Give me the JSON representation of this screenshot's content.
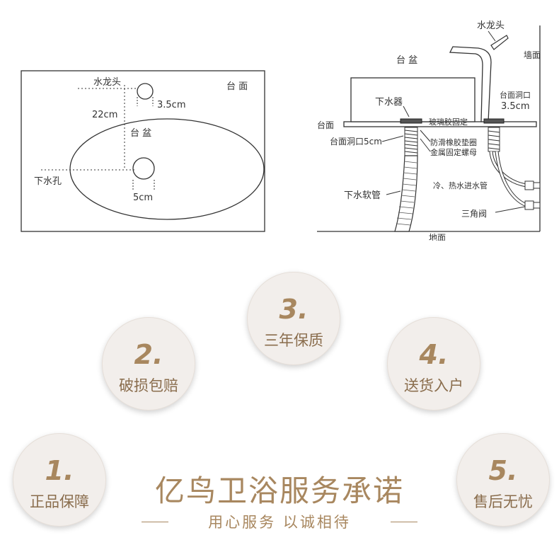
{
  "top_view": {
    "faucet_label": "水龙头",
    "faucet_hole_size": "3.5cm",
    "distance": "22cm",
    "counter_label": "台 面",
    "basin_label": "台 盆",
    "drain_hole_label": "下水孔",
    "drain_hole_size": "5cm"
  },
  "side_view": {
    "faucet_label": "水龙头",
    "wall_label": "墙面",
    "basin_label": "台 盆",
    "drain_label": "下水器",
    "glass_glue_label": "玻璃胶固定",
    "counter_label": "台面",
    "counter_hole_faucet_label": "台面洞口",
    "counter_hole_faucet_size": "3.5cm",
    "counter_hole_drain_label": "台面洞口5cm",
    "washer_label": "防滑橡胶垫圈",
    "nut_label": "金属固定螺母",
    "inlet_pipe_label": "冷、热水进水管",
    "drain_hose_label": "下水软管",
    "angle_valve_label": "三角阀",
    "floor_label": "地面"
  },
  "promises": [
    {
      "number": "1.",
      "label": "正品保障"
    },
    {
      "number": "2.",
      "label": "破损包赔"
    },
    {
      "number": "3.",
      "label": "三年保质"
    },
    {
      "number": "4.",
      "label": "送货入户"
    },
    {
      "number": "5.",
      "label": "售后无忧"
    }
  ],
  "title": "亿鸟卫浴服务承诺",
  "subtitle": "用心服务  以诚相待",
  "colors": {
    "accent": "#a8875f",
    "circle_bg": "#f2eeeb",
    "line": "#333333"
  }
}
